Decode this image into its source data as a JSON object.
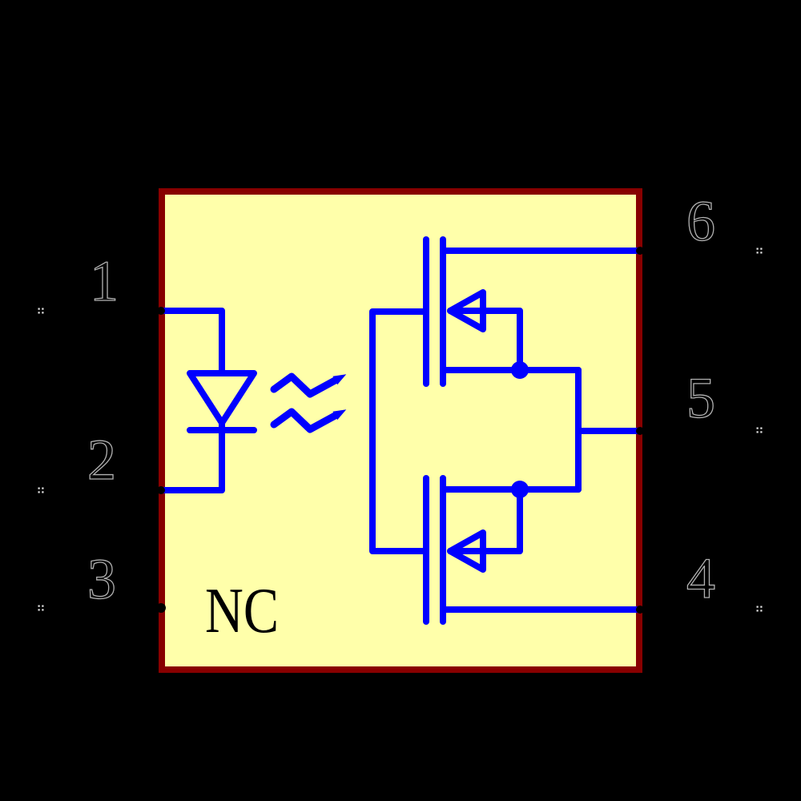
{
  "component": {
    "kind": "optocoupler-photomos-relay-symbol",
    "no_connect_label": "NC"
  },
  "pins": {
    "left": [
      {
        "number": "1"
      },
      {
        "number": "2"
      },
      {
        "number": "3"
      }
    ],
    "right": [
      {
        "number": "6"
      },
      {
        "number": "5"
      },
      {
        "number": "4"
      }
    ]
  },
  "colors": {
    "background": "#000000",
    "body_fill": "#ffffaa",
    "body_border": "#880000",
    "wire": "#0000ff",
    "pin_wire": "#000000",
    "label_text": "#000000",
    "pin_number_fill": "#000000",
    "pin_number_outline": "#b0b0b0",
    "endpoint_marker": "#e8e8e8"
  }
}
